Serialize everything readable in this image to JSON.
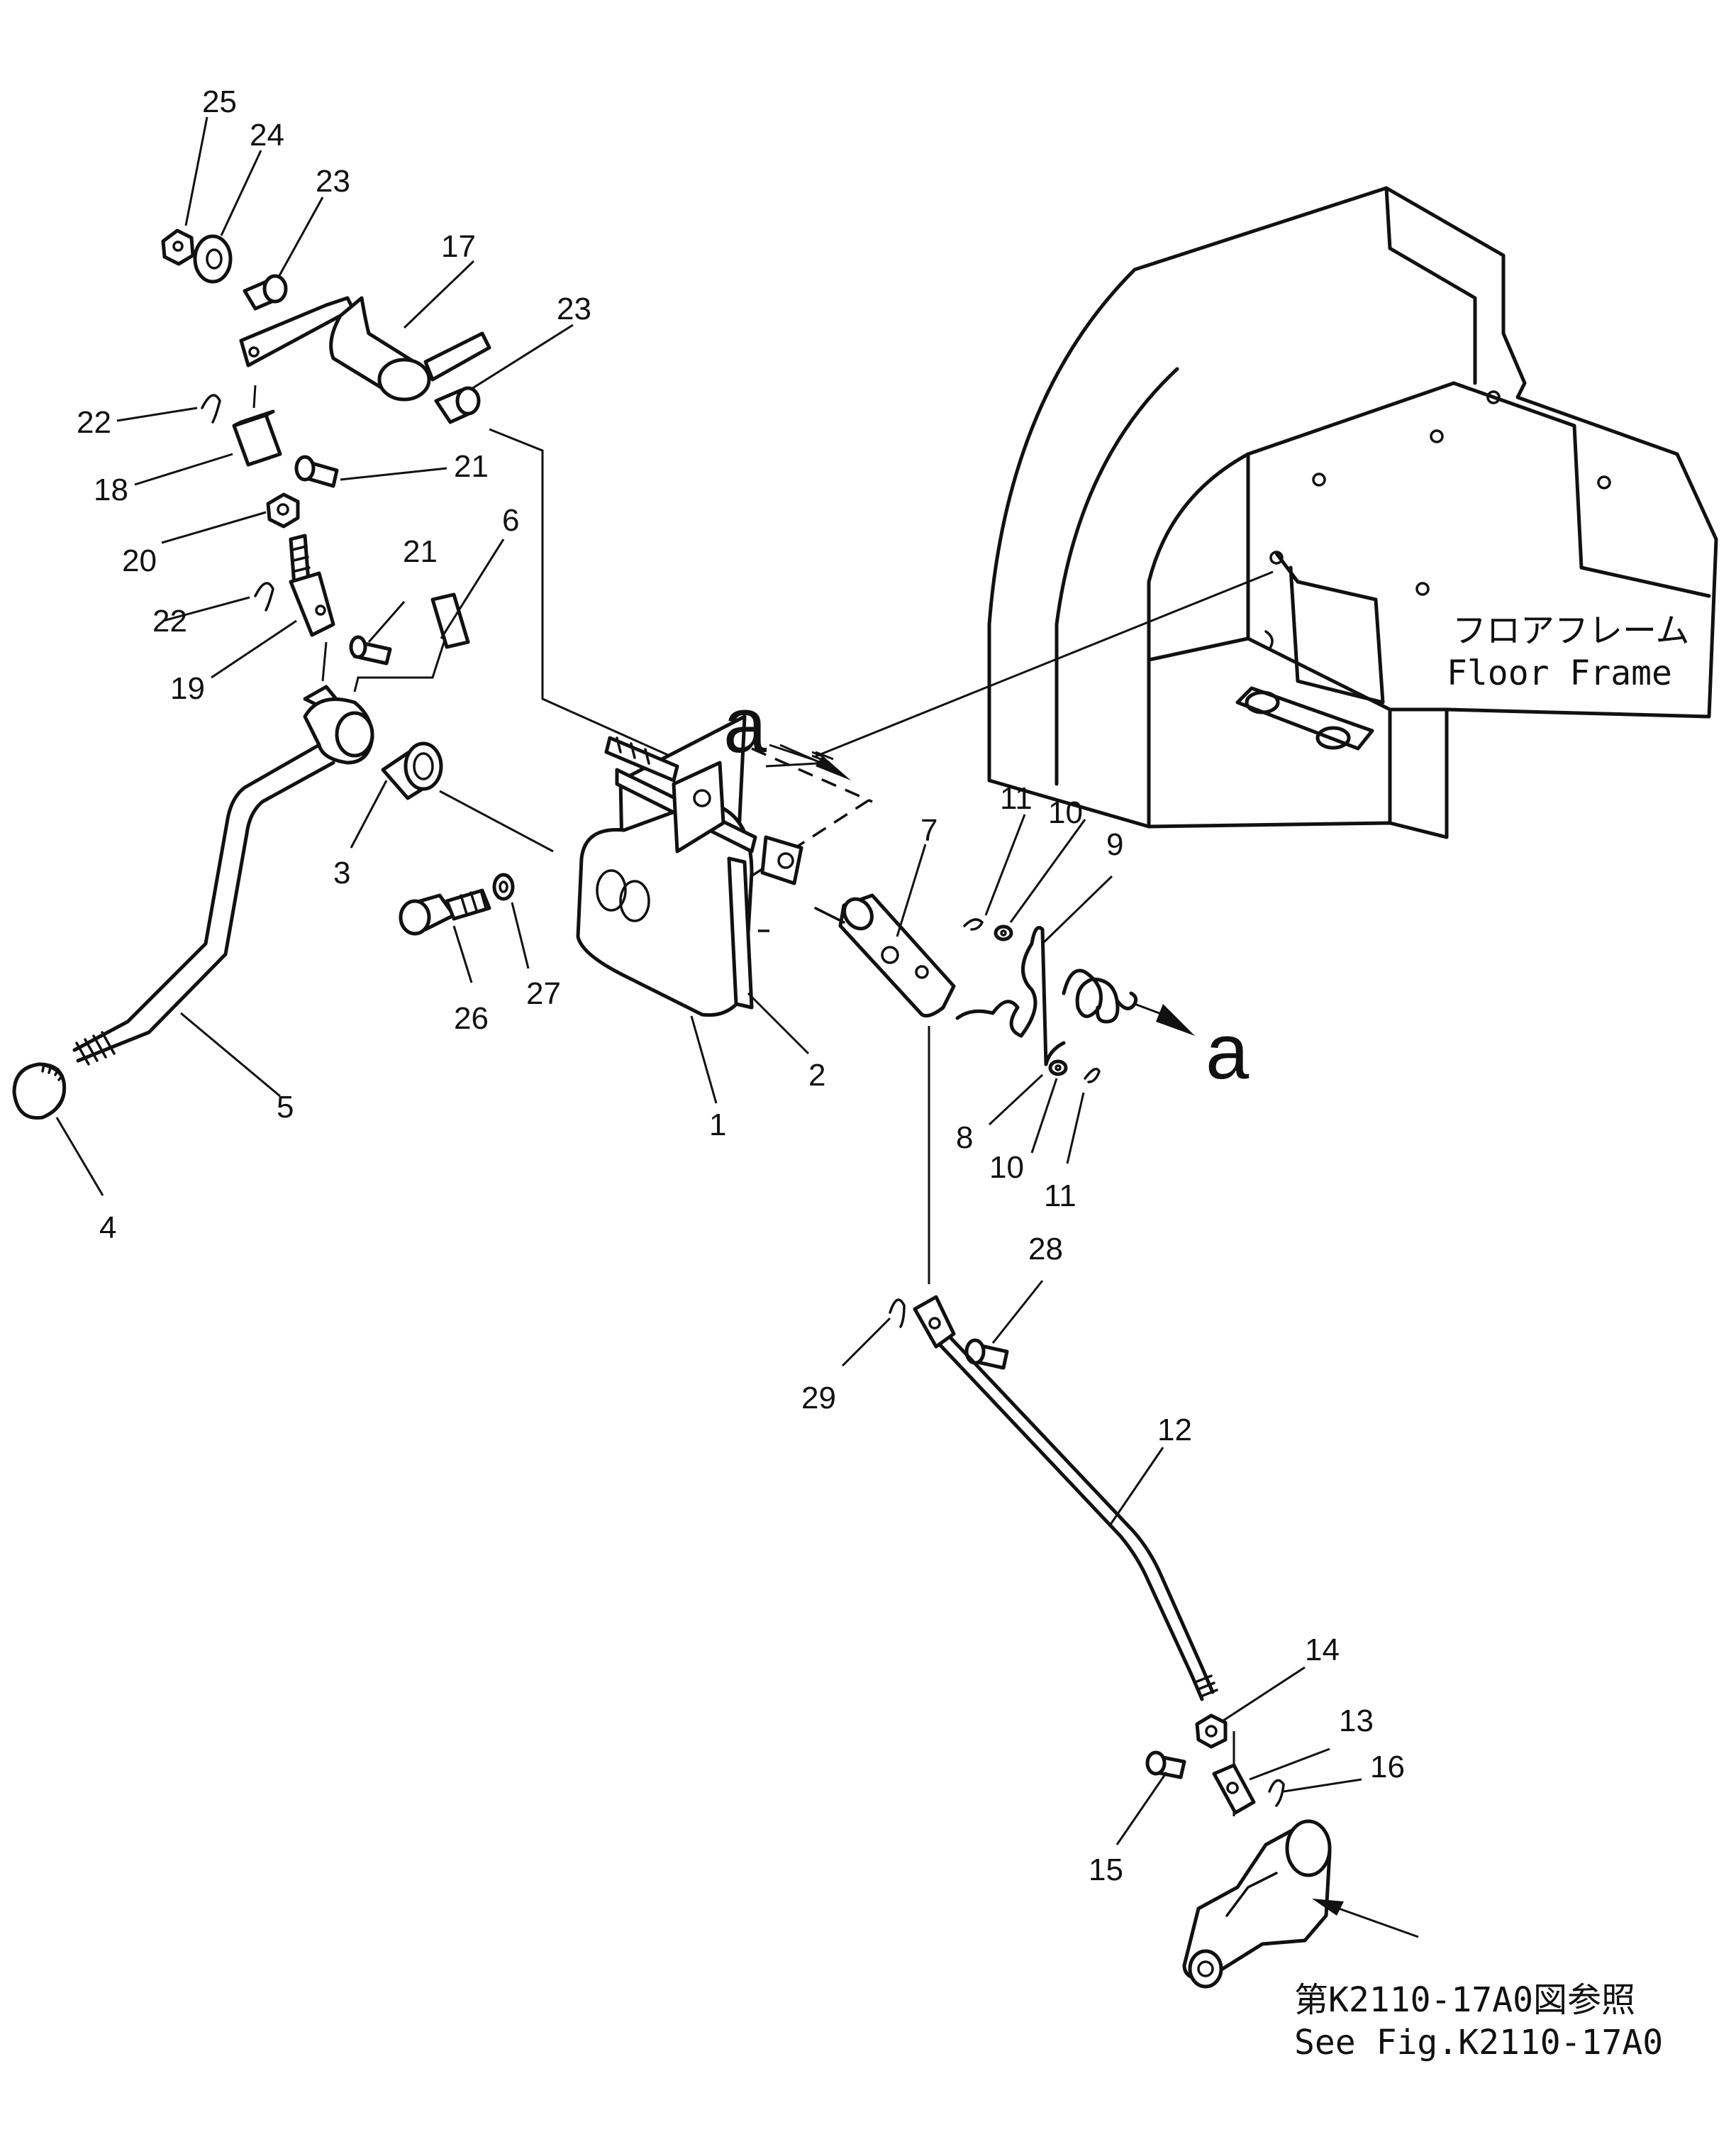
{
  "labels": {
    "p1": "1",
    "p2": "2",
    "p3": "3",
    "p4": "4",
    "p5": "5",
    "p6": "6",
    "p7": "7",
    "p8": "8",
    "p9": "9",
    "p10a": "10",
    "p10b": "10",
    "p11a": "11",
    "p11b": "11",
    "p12": "12",
    "p13": "13",
    "p14": "14",
    "p15": "15",
    "p16": "16",
    "p17": "17",
    "p18": "18",
    "p19": "19",
    "p20": "20",
    "p21a": "21",
    "p21b": "21",
    "p22a": "22",
    "p22b": "22",
    "p23a": "23",
    "p23b": "23",
    "p24": "24",
    "p25": "25",
    "p26": "26",
    "p27": "27",
    "p28": "28",
    "p29": "29"
  },
  "section_marker": {
    "start": "a",
    "end": "a"
  },
  "floor_frame": {
    "jp": "フロアフレーム",
    "en": "Floor Frame"
  },
  "reference": {
    "jp": "第K2110-17A0図参照",
    "en": "See Fig.K2110-17A0"
  }
}
